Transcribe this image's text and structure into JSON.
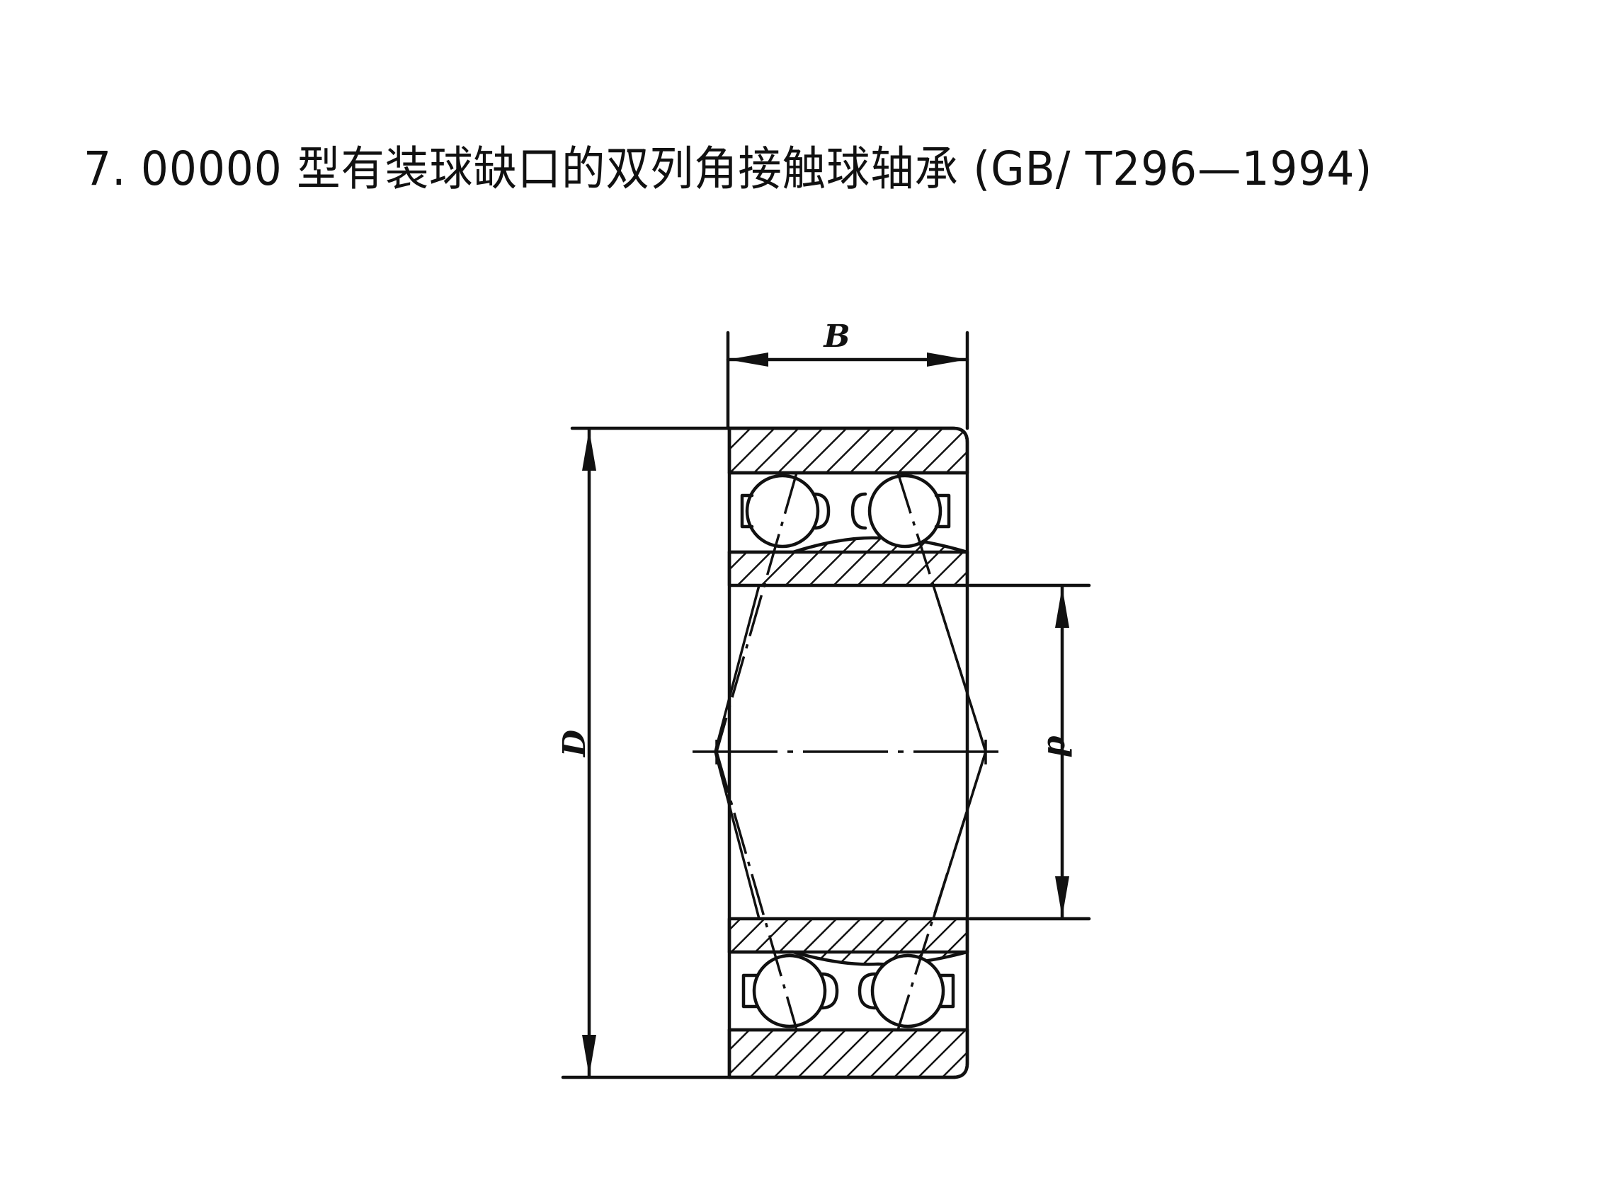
{
  "title": "7. 00000 型有装球缺口的双列角接触球轴承 (GB/ T296—1994)",
  "dimensions": {
    "width_label": "B",
    "outer_diameter_label": "D",
    "bore_label": "d"
  },
  "colors": {
    "ink": "#111111",
    "paper": "#ffffff"
  }
}
